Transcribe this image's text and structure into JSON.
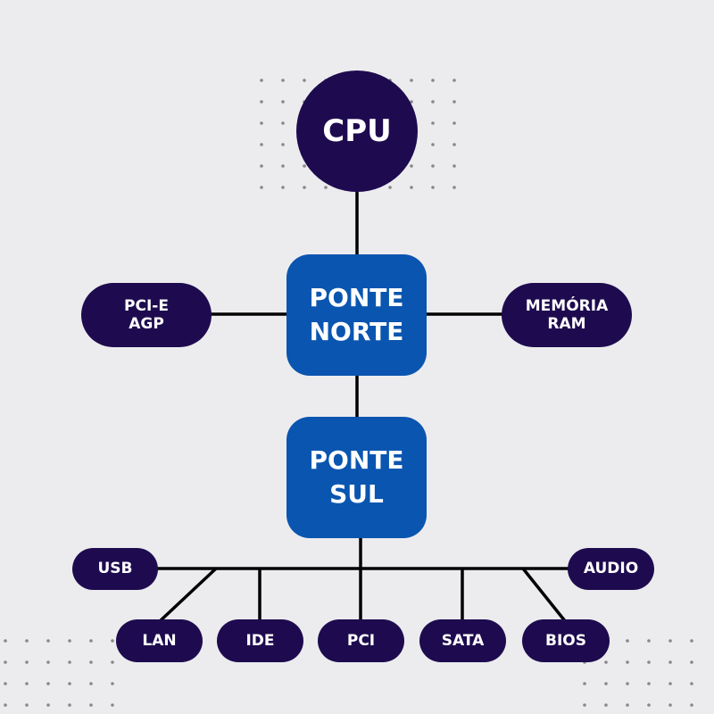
{
  "colors": {
    "background": "#ececee",
    "dark_node": "#1e0b4f",
    "bridge_node": "#0a55b0",
    "line": "#000000",
    "dots": "#888888"
  },
  "nodes": {
    "cpu": "CPU",
    "ponte_norte": "PONTE\nNORTE",
    "ponte_sul": "PONTE\nSUL",
    "pci_e_agp": "PCI-E\nAGP",
    "memoria_ram": "MEMÓRIA\nRAM",
    "usb": "USB",
    "audio": "AUDIO",
    "lan": "LAN",
    "ide": "IDE",
    "pci": "PCI",
    "sata": "SATA",
    "bios": "BIOS"
  }
}
